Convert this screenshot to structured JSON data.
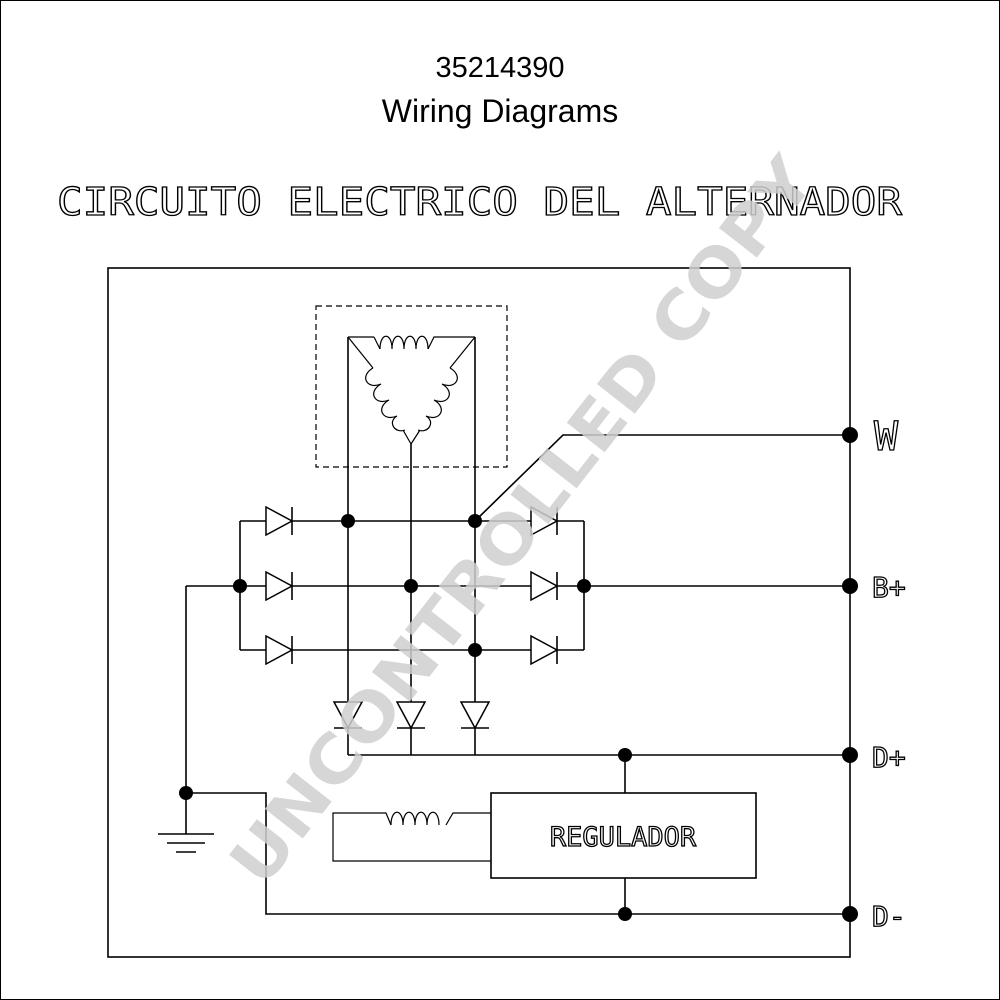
{
  "header": {
    "part_number": "35214390",
    "title": "Wiring Diagrams"
  },
  "diagram": {
    "heading": "CIRCUITO ELECTRICO DEL ALTERNADOR",
    "terminals": {
      "w": "W",
      "b_plus": "B+",
      "d_plus": "D+",
      "d_minus": "D-"
    },
    "regulator_label": "REGULADOR",
    "watermark": "UNCONTROLLED COPY"
  }
}
